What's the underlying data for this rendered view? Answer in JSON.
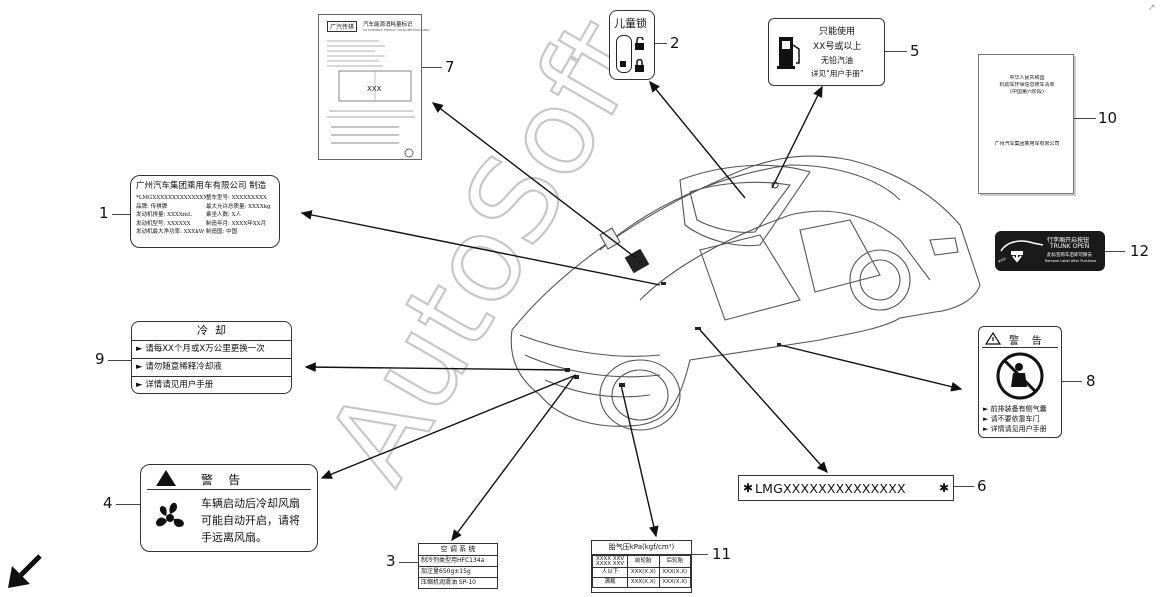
{
  "watermark": "AutoSoft",
  "callouts": {
    "n1": "1",
    "n2": "2",
    "n3": "3",
    "n4": "4",
    "n5": "5",
    "n6": "6",
    "n7": "7",
    "n8": "8",
    "n9": "9",
    "n10": "10",
    "n11": "11",
    "n12": "12"
  },
  "label1": {
    "title": "广州汽车集团乘用车有限公司  制造",
    "rows": [
      [
        "*LMGXXXXXXXXXXXXXX*",
        "整车型号: XXXXXXXXX"
      ],
      [
        "品牌: 传祺牌",
        "最大允许总质量: XXXXkg"
      ],
      [
        "发动机排量: XXXXmL",
        "乘坐人数: X人"
      ],
      [
        "发动机型号: XXXXXX",
        "制造年月: XXXX年XX月"
      ],
      [
        "发动机最大净功率: XXXkW",
        "制造国: 中国"
      ]
    ]
  },
  "label2": {
    "title": "儿童锁"
  },
  "label3": {
    "title": "空 调 系 统",
    "rows": [
      "制冷剂类型用HFC134a",
      "加注量650g±15g",
      "压缩机润滑油 SP-10"
    ]
  },
  "label4": {
    "title": "警    告",
    "lines": [
      "车辆启动后冷却风扇",
      "可能自动开启，请将",
      "手远离风扇。"
    ]
  },
  "label5": {
    "lines": [
      "只能使用",
      "XX号或以上",
      "无铅汽油",
      "详见“用户手册”"
    ]
  },
  "label6": {
    "vin": "LMGXXXXXXXXXXXXXX",
    "star": "✱"
  },
  "label7": {
    "brand": "广汽传祺",
    "title": "汽车能源消耗量标识",
    "subtitle": "AUTOMOBILE ENERGY CONSUMPTION LABEL",
    "value": "XXX"
  },
  "label8": {
    "title": "警    告",
    "lines": [
      "► 前排装备有侧气囊",
      "► 请不要依靠车门",
      "► 详情请见用户手册"
    ]
  },
  "label9": {
    "title": "冷  却",
    "lines": [
      "► 请每XX个月或X万公里更换一次",
      "► 请勿随意稀释冷却液",
      "► 详情请见用户手册"
    ]
  },
  "label10": {
    "lines": [
      "中华人民共和国",
      "机动车环保信息随车清单",
      "(中国第六阶段)"
    ],
    "footer": "广州汽车集团乘用车有限公司"
  },
  "label11": {
    "title": "胎气压kPa(kgf/cm²)",
    "rows": [
      [
        "XXXX XXV\nXXXX XXV",
        "前轮胎",
        "后轮胎"
      ],
      [
        "人以下",
        "XXX(X.X)",
        "XXX(X.X)"
      ],
      [
        "满载",
        "XXX(X.X)",
        "XXX(X.X)"
      ]
    ]
  },
  "label12": {
    "lines": [
      "行李厢开启按钮",
      "TRUNK OPEN",
      "此标签购车后即可撕去",
      "Remove Label After Purchase"
    ],
    "corner": "PULL"
  },
  "colors": {
    "ink": "#111111",
    "label12_bg": "#1a1a1a",
    "watermark": "#d9d9d9"
  },
  "icons": {
    "fuel": "fuel-pump-icon",
    "warning": "warning-triangle-icon",
    "fan": "fan-icon",
    "airbag": "no-lean-airbag-icon",
    "lock": "lock-icon",
    "unlock": "unlock-icon",
    "trunk": "trunk-open-icon",
    "nav": "arrow-down-left-icon"
  }
}
